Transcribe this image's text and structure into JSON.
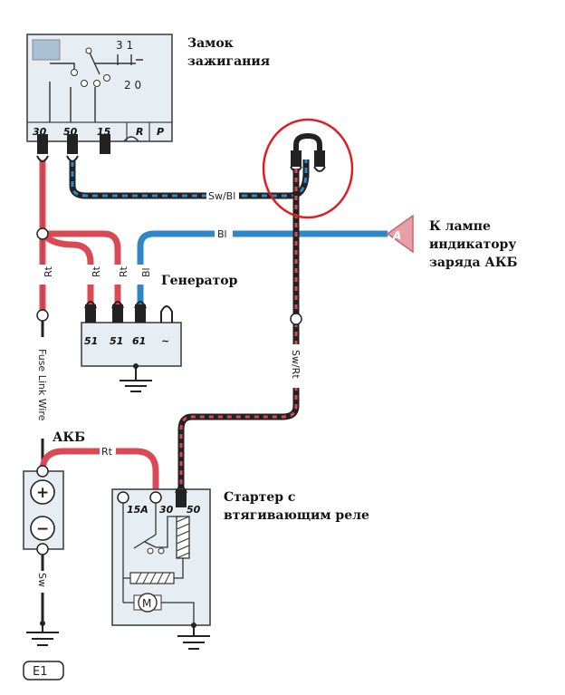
{
  "ignition_switch": {
    "caption_line1": "Замок",
    "caption_line2": "зажигания",
    "terminals": [
      "30",
      "50",
      "15",
      "R",
      "P"
    ],
    "positions_top": "3 1",
    "positions_bottom": "2 0"
  },
  "generator": {
    "caption": "Генератор",
    "terminals": [
      "51",
      "51",
      "61",
      "~"
    ]
  },
  "battery": {
    "caption": "АКБ",
    "plus": "+",
    "minus": "−"
  },
  "starter": {
    "caption_line1": "Стартер с",
    "caption_line2": "втягивающим реле",
    "terminals": [
      "15A",
      "30",
      "50"
    ],
    "motor": "M"
  },
  "lamp": {
    "caption_line1": "К лампе",
    "caption_line2": "индикатору",
    "caption_line3": "заряда АКБ",
    "connector": "A"
  },
  "wires": {
    "sw_bl": "Sw/Bl",
    "bl": "Bl",
    "rt_main": "Rt",
    "rt_gen1": "Rt",
    "rt_gen2": "Rt",
    "bl_gen": "Bl",
    "sw_rt": "Sw/Rt",
    "fuse_link": "Fuse Link Wire",
    "rt_batt": "Rt",
    "sw_ground": "Sw"
  },
  "ground_label": "E1",
  "colors": {
    "red_wire": "#d94a55",
    "blue_wire": "#2f86c8",
    "black_wire": "#222222",
    "highlight": "#e01b24"
  }
}
